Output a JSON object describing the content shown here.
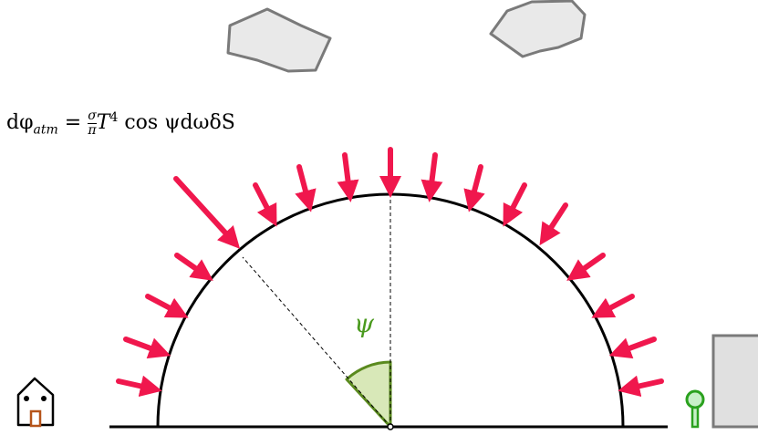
{
  "formula": {
    "text": "dφ_atm = σ/π T⁴ cos ψ dω δS",
    "lhs": "dφ",
    "lhs_sub": "atm",
    "eq": "=",
    "frac_num": "σ",
    "frac_den": "π",
    "rhs_T": "T",
    "rhs_pow": "4",
    "rhs_rest": "cos ψdωδS"
  },
  "angle_label": "ψ",
  "colors": {
    "arrow": "#f0174d",
    "dome": "#000000",
    "angle_fill": "#d8e8b8",
    "angle_stroke": "#5a8a1e",
    "angle_text": "#4a9a1e",
    "cloud_fill": "#e9e9e9",
    "cloud_stroke": "#7a7a7a",
    "tree": "#2aa11e",
    "house_door": "#b5541a",
    "building_fill": "#e0e0e0"
  },
  "icons": [
    "cloud-icon",
    "house-icon",
    "tree-icon",
    "building-icon",
    "arrow-icon"
  ]
}
